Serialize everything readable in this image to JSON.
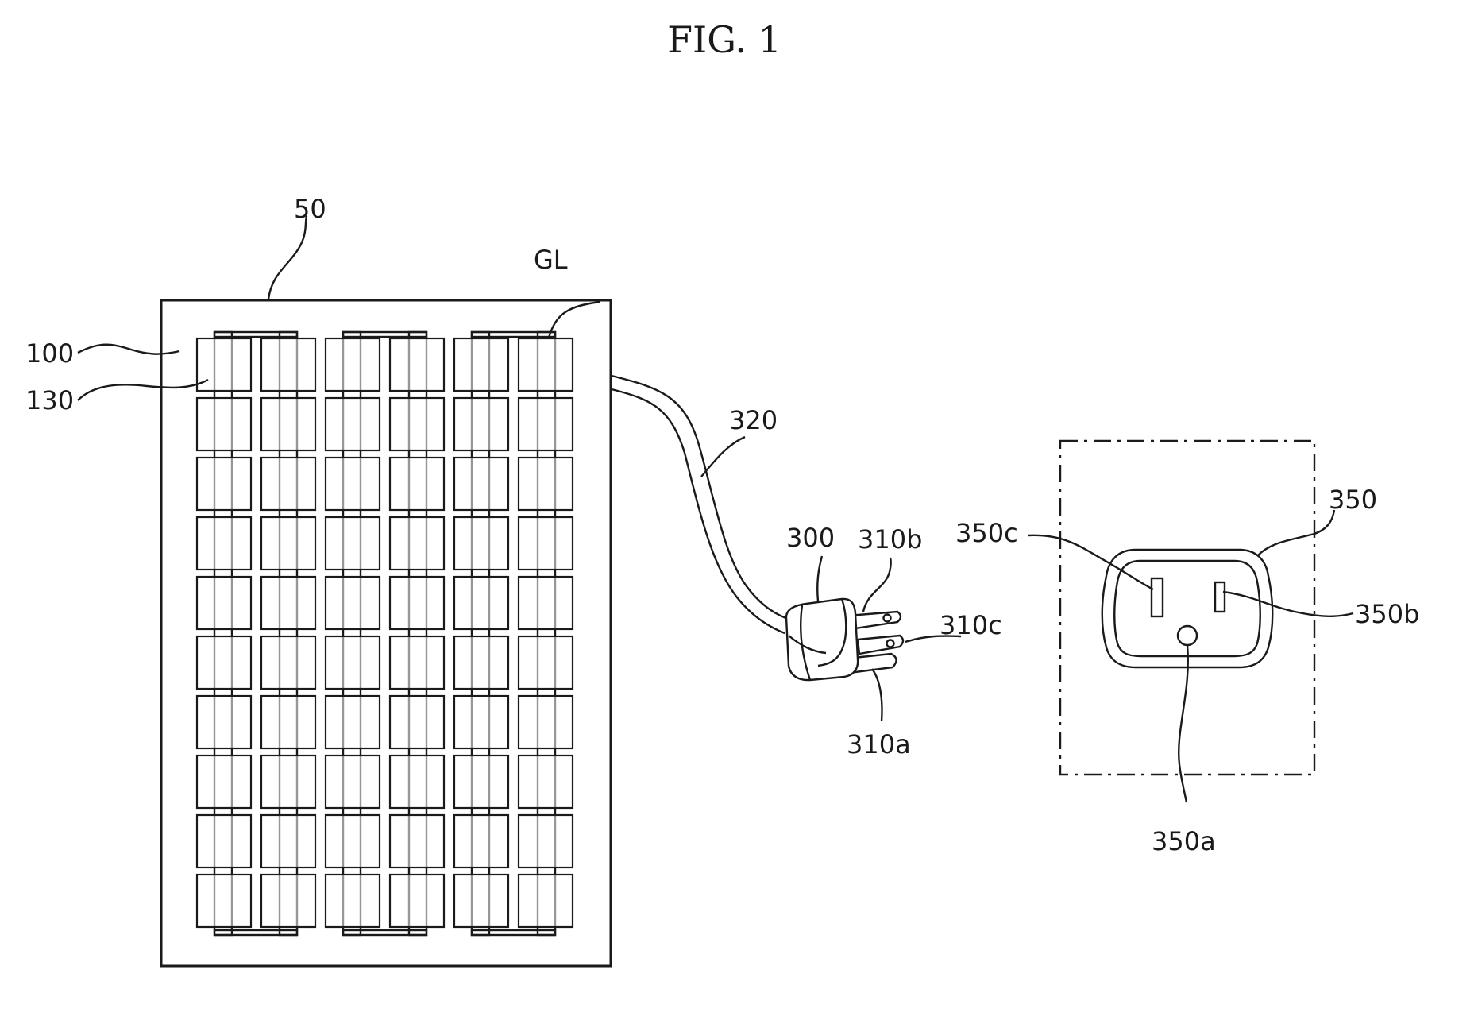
{
  "figure": {
    "title": "FIG. 1"
  },
  "labels": {
    "module": "50",
    "glass_line": "GL",
    "substrate": "100",
    "cell": "130",
    "cable": "320",
    "plug": "300",
    "prong_b": "310b",
    "prong_c": "310c",
    "prong_a": "310a",
    "outlet": "350",
    "outlet_c": "350c",
    "outlet_b": "350b",
    "outlet_a": "350a"
  },
  "panel": {
    "cell_columns": 6,
    "cell_rows": 10
  }
}
